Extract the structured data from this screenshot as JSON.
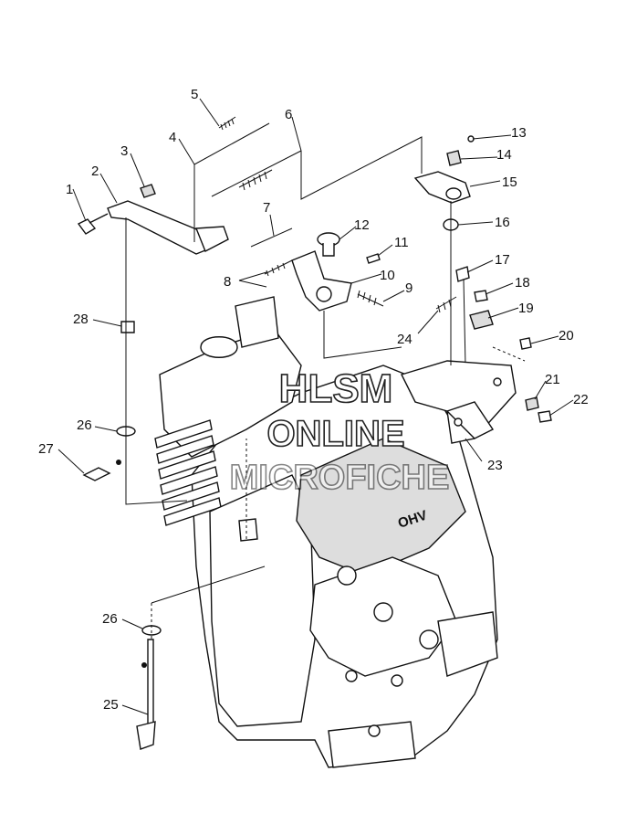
{
  "callouts": [
    "1",
    "2",
    "3",
    "4",
    "5",
    "6",
    "7",
    "8",
    "9",
    "10",
    "11",
    "12",
    "13",
    "14",
    "15",
    "16",
    "17",
    "18",
    "19",
    "20",
    "21",
    "22",
    "23",
    "24",
    "25",
    "26",
    "26",
    "27",
    "28"
  ],
  "engine_text": "OHV",
  "watermark": {
    "line1": "HLSM",
    "line2": "ONLINE",
    "line3": "MICROFICHE"
  }
}
